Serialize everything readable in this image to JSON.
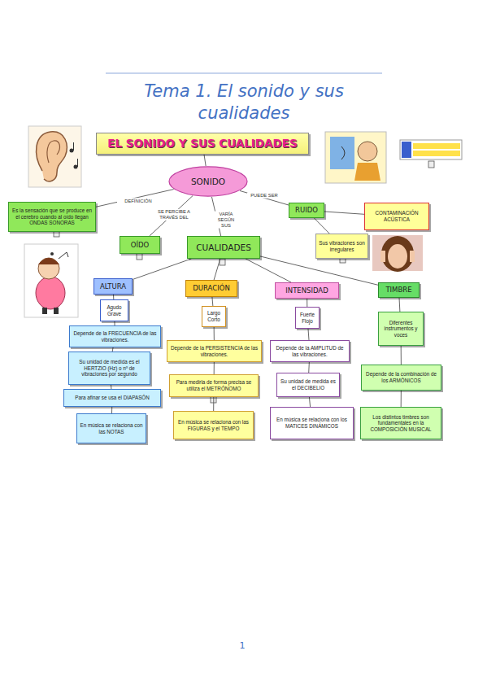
{
  "diagram": {
    "title": "Tema 1. El sonido y sus cualidades",
    "nodes": [
      {
        "text": [
          "EL SONIDO Y SUS CUALIDADES"
        ]
      },
      {
        "text": [
          "SONIDO"
        ]
      },
      {
        "text": [
          "Es la sensación que se produce en el cerebro cuando al oído llegan ONDAS SONORAS"
        ]
      },
      {
        "text": [
          "OÍDO"
        ]
      },
      {
        "text": [
          "CUALIDADES"
        ]
      },
      {
        "text": [
          "RUIDO"
        ]
      },
      {
        "text": [
          "CONTAMINACIÓN ACÚSTICA"
        ]
      },
      {
        "text": [
          "Sus vibraciones son irregulares"
        ]
      },
      {
        "text": [
          "ALTURA"
        ]
      },
      {
        "text": [
          "DURACIÓN"
        ]
      },
      {
        "text": [
          "INTENSIDAD"
        ]
      },
      {
        "text": [
          "TIMBRE"
        ]
      },
      {
        "text": [
          "Agudo Grave"
        ]
      },
      {
        "text": [
          "Largo Corto"
        ]
      },
      {
        "text": [
          "Fuerte Flojo"
        ]
      },
      {
        "text": [
          "Diferentes instrumentos y voces"
        ]
      },
      {
        "text": [
          "Depende de la FRECUENCIA de las vibraciones."
        ]
      },
      {
        "text": [
          "Su unidad de medida es el HERTZIO (Hz) o nº de vibraciones por segundo"
        ]
      },
      {
        "text": [
          "Para afinar se usa el DIAPASÓN"
        ]
      },
      {
        "text": [
          "En música se relaciona con las NOTAS"
        ]
      },
      {
        "text": [
          "Depende de la PERSISTENCIA de las vibraciones."
        ]
      },
      {
        "text": [
          "Para medirla de forma precisa se utiliza el METRÓNOMO"
        ]
      },
      {
        "text": [
          "En música se relaciona con las FIGURAS y el TEMPO"
        ]
      },
      {
        "text": [
          "Depende de la AMPLITUD de las vibraciones."
        ]
      },
      {
        "text": [
          "Su unidad de medida es el DECIBELIO"
        ]
      },
      {
        "text": [
          "En música se relaciona con los MATICES DINÁMICOS"
        ]
      },
      {
        "text": [
          "Depende de la combinación de los ARMÓNICOS"
        ]
      },
      {
        "text": [
          "Los distintos timbres son fundamentales en la COMPOSICIÓN MUSICAL"
        ]
      }
    ],
    "edges": [
      {
        "from": 0,
        "to": 1,
        "arrow": "none"
      },
      {
        "from": 1,
        "to": 2,
        "label": "DEFINICIÓN",
        "arrow": "none"
      },
      {
        "from": 1,
        "to": 3,
        "label": "SE PERCIBE A TRAVÉS DEL",
        "arrow": "none"
      },
      {
        "from": 1,
        "to": 4,
        "label": "VARÍA SEGÚN SUS",
        "arrow": "none"
      },
      {
        "from": 1,
        "to": 5,
        "label": "PUEDE SER",
        "arrow": "none"
      },
      {
        "from": 5,
        "to": 6,
        "arrow": "none"
      },
      {
        "from": 5,
        "to": 7,
        "arrow": "none"
      },
      {
        "from": 4,
        "to": 8,
        "arrow": "none"
      },
      {
        "from": 4,
        "to": 9,
        "arrow": "none"
      },
      {
        "from": 4,
        "to": 10,
        "arrow": "none"
      },
      {
        "from": 4,
        "to": 11,
        "arrow": "none"
      },
      {
        "from": 8,
        "to": 12,
        "arrow": "none"
      },
      {
        "from": 9,
        "to": 13,
        "arrow": "none"
      },
      {
        "from": 10,
        "to": 14,
        "arrow": "none"
      },
      {
        "from": 11,
        "to": 15,
        "arrow": "none"
      },
      {
        "from": 12,
        "to": 16,
        "arrow": "none"
      },
      {
        "from": 16,
        "to": 17,
        "arrow": "none"
      },
      {
        "from": 17,
        "to": 18,
        "arrow": "none"
      },
      {
        "from": 18,
        "to": 19,
        "arrow": "none"
      },
      {
        "from": 13,
        "to": 20,
        "arrow": "none"
      },
      {
        "from": 20,
        "to": 21,
        "arrow": "none"
      },
      {
        "from": 21,
        "to": 22,
        "arrow": "none"
      },
      {
        "from": 14,
        "to": 23,
        "arrow": "none"
      },
      {
        "from": 23,
        "to": 24,
        "arrow": "none"
      },
      {
        "from": 24,
        "to": 25,
        "arrow": "none"
      },
      {
        "from": 15,
        "to": 26,
        "arrow": "none"
      },
      {
        "from": 26,
        "to": 27,
        "arrow": "none"
      }
    ],
    "labels": [
      "1"
    ]
  }
}
